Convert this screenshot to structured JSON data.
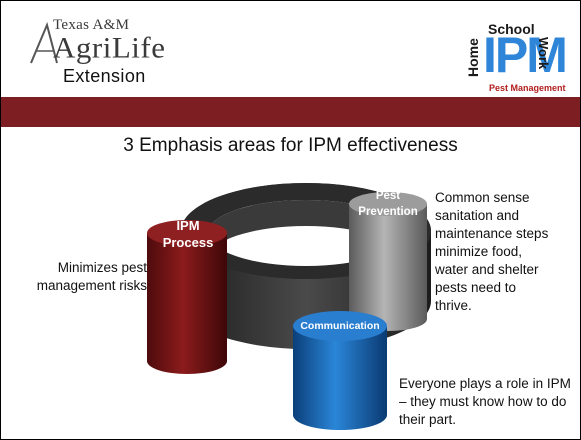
{
  "header": {
    "logo_left": {
      "line1": "Texas A&M",
      "line2": "AgriLife",
      "line3": "Extension"
    },
    "logo_right": {
      "home": "Home",
      "school": "School",
      "work": "Work",
      "ipm": "IPM",
      "tagline": "Pest Management"
    }
  },
  "colors": {
    "band": "#7d1f22",
    "ipm_blue": "#2f86d9"
  },
  "title": "3 Emphasis areas for IPM effectiveness",
  "areas": {
    "process": {
      "line1": "IPM",
      "line2": "Process",
      "note": "Minimizes pest management risks",
      "color": "#7a1516"
    },
    "prevention": {
      "line1": "Pest",
      "line2": "Prevention",
      "note": "Common sense sanitation and maintenance steps minimize food, water and shelter pests need to thrive.",
      "color": "#8a8a8a"
    },
    "communication": {
      "line1": "Communication",
      "note": "Everyone plays a role in IPM – they must know how to do their part.",
      "color": "#1f6fc0"
    }
  }
}
